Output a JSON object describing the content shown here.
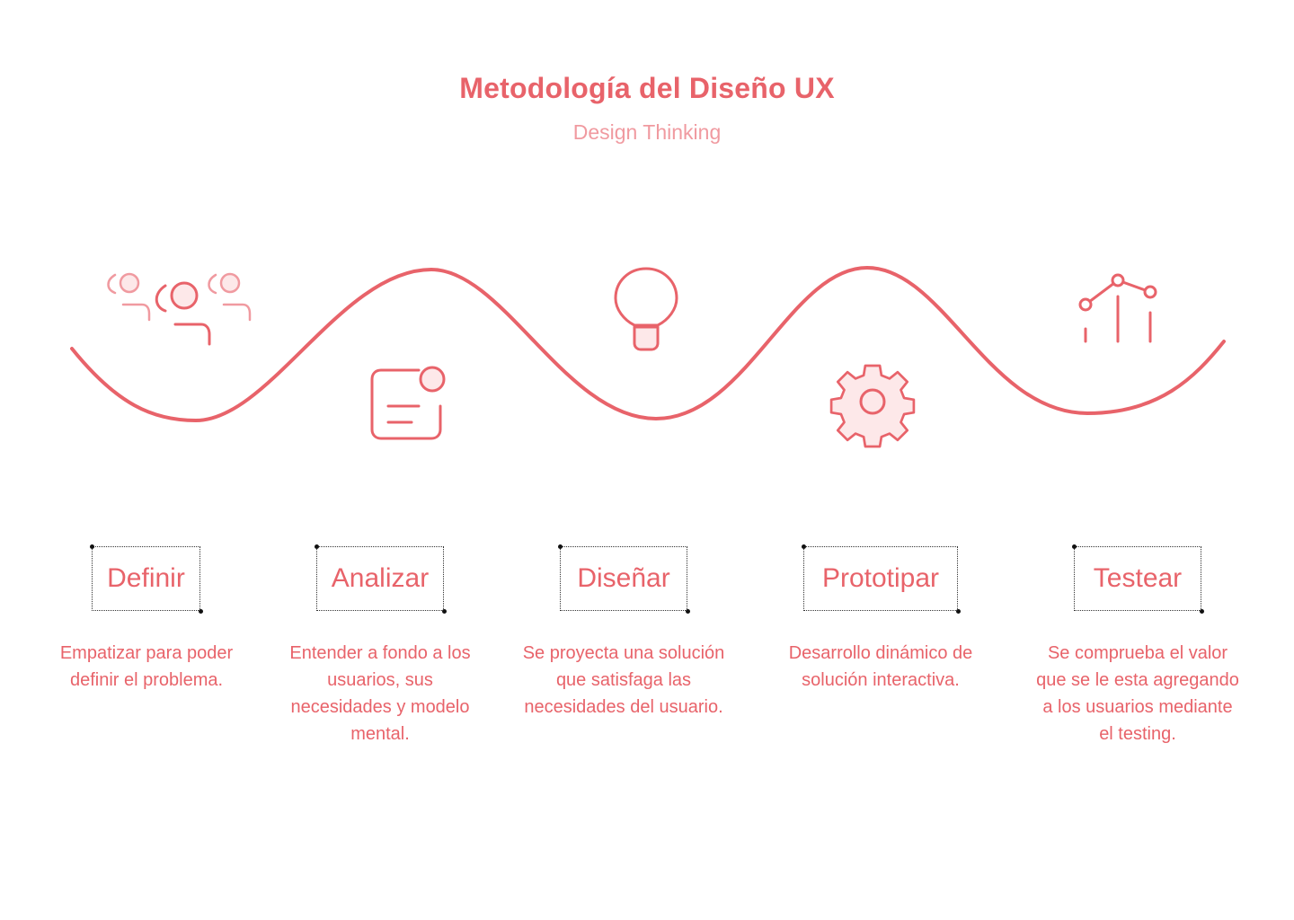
{
  "header": {
    "title": "Metodología del Diseño UX",
    "subtitle": "Design Thinking"
  },
  "colors": {
    "accent": "#e8636a",
    "accent_light": "#fde8e9",
    "subtitle": "#f09aa0"
  },
  "steps": [
    {
      "icon": "users-icon",
      "label": "Definir",
      "description": "Empatizar para poder definir el problema."
    },
    {
      "icon": "document-notification-icon",
      "label": "Analizar",
      "description": "Entender a fondo a los usuarios, sus necesidades y modelo mental."
    },
    {
      "icon": "lightbulb-icon",
      "label": "Diseñar",
      "description": "Se proyecta una solución que satisfaga las necesidades del usuario."
    },
    {
      "icon": "gear-icon",
      "label": "Prototipar",
      "description": "Desarrollo dinámico de solución interactiva."
    },
    {
      "icon": "chart-icon",
      "label": "Testear",
      "description": "Se comprueba el valor que se le esta agregando a los usuarios mediante el testing."
    }
  ]
}
